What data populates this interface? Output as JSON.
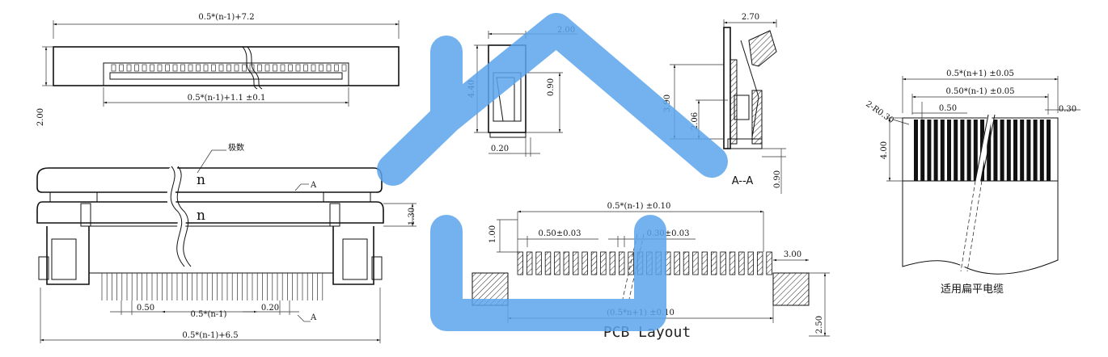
{
  "colors": {
    "line": "#111111",
    "watermark": "#5ba4ec",
    "background": "#ffffff"
  },
  "top_view": {
    "overall_width": "0.5*(n-1)+7.2",
    "inner_width": "0.5*(n-1)+1.1 ±0.1",
    "height": "2.00"
  },
  "side_view": {
    "width": "2.00",
    "height": "4.40",
    "inner_height": "0.90",
    "tab": "0.20"
  },
  "section_view": {
    "width": "2.70",
    "height": "3.90",
    "inner": "2.06",
    "offset": "0.90",
    "label": "A--A"
  },
  "front_view": {
    "pin_label": "极数",
    "n_mark": "n",
    "section_mark": "A",
    "height": "1.30",
    "pitch": "0.50",
    "pin_span": "0.5*(n-1)",
    "pin_width": "0.20",
    "overall": "0.5*(n-1)+6.5"
  },
  "pcb_layout": {
    "title": "PCB Layout",
    "pad_span": "0.5*(n-1) ±0.10",
    "pitch": "0.50±0.03",
    "pad_width": "0.30±0.03",
    "pad_height": "1.00",
    "total": "(0.5*n+1) ±0.10",
    "anchor_width": "3.00",
    "anchor_height": "2.50"
  },
  "fpc_cable": {
    "width_total": "0.5*(n+1) ±0.05",
    "span": "0.50*(n-1) ±0.05",
    "pitch": "0.50",
    "conductor": "0.30",
    "corner": "2-R0.30",
    "length": "4.00",
    "caption": "适用扁平电缆"
  },
  "watermark_icon": "house-icon"
}
